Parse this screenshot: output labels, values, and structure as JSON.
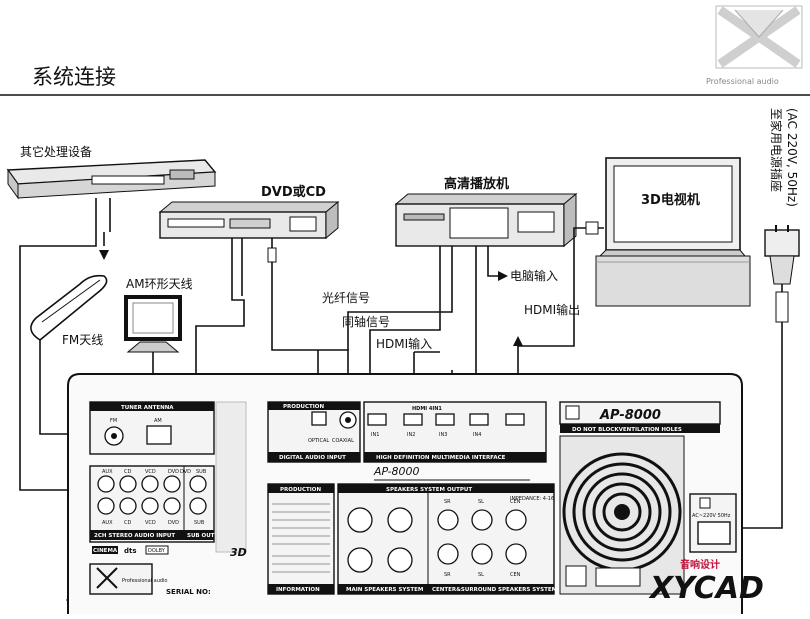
{
  "header": {
    "title": "系统连接",
    "brand_caption": "Professional audio"
  },
  "devices": {
    "other_processor": "其它处理设备",
    "dvd_cd": "DVD或CD",
    "hd_player": "高清播放机",
    "tv_3d": "3D电视机",
    "am_antenna": "AM环形天线",
    "fm_antenna": "FM天线",
    "power_outlet": "至家用电源插座",
    "power_spec": "(AC 220V, 50Hz)"
  },
  "signals": {
    "optical": "光纤信号",
    "coaxial": "同轴信号",
    "hdmi_in": "HDMI输入",
    "pc_in": "电脑输入",
    "hdmi_out": "HDMI输出"
  },
  "rear_panel": {
    "model": "AP-8000",
    "tuner_antenna": "TUNER ANTENNA",
    "fm": "FM",
    "am": "AM",
    "production": "PRODUCTION",
    "information": "INFORMATION",
    "digital_audio_input": "DIGITAL AUDIO INPUT",
    "optical": "OPTICAL",
    "coaxial": "COAXIAL",
    "hdmi_4in1": "HDMI  4IN1",
    "hdmi_in_ports": [
      "IN1",
      "IN2",
      "IN3",
      "IN4"
    ],
    "hdmi_interface": "HIGH DEFINITION MULTIMEDIA INTERFACE",
    "speakers_output": "SPEAKERS SYSTEM OUTPUT",
    "impedance": "IMPEDANCE: 4-16",
    "main_speakers": "MAIN SPEAKERS SYSTEM",
    "center_surround": "CENTER&SURROUND SPEAKERS SYSTEM",
    "stereo_input": "2CH STEREO AUDIO INPUT",
    "sub_out": "SUB OUT",
    "input_top_labels": [
      "AUX",
      "CD",
      "VCD",
      "DVD",
      "DVD",
      "SUB"
    ],
    "input_bottom_labels": [
      "AUX",
      "CD",
      "VCD",
      "DVD",
      "SUB"
    ],
    "surround_labels": [
      "SR",
      "SL",
      "CEN"
    ],
    "vent_warning": "DO NOT BLOCKVENTILATION HOLES",
    "serial_no": "SERIAL NO:",
    "ac_label": "AC~220V 50Hz",
    "logo_caption": "Professional audio",
    "badge_3d": "3D",
    "cert_badges": [
      "CINEMA DSP",
      "dts",
      "DOLBY"
    ]
  },
  "watermark": {
    "cn": "音响设计",
    "en": "XYCAD"
  }
}
